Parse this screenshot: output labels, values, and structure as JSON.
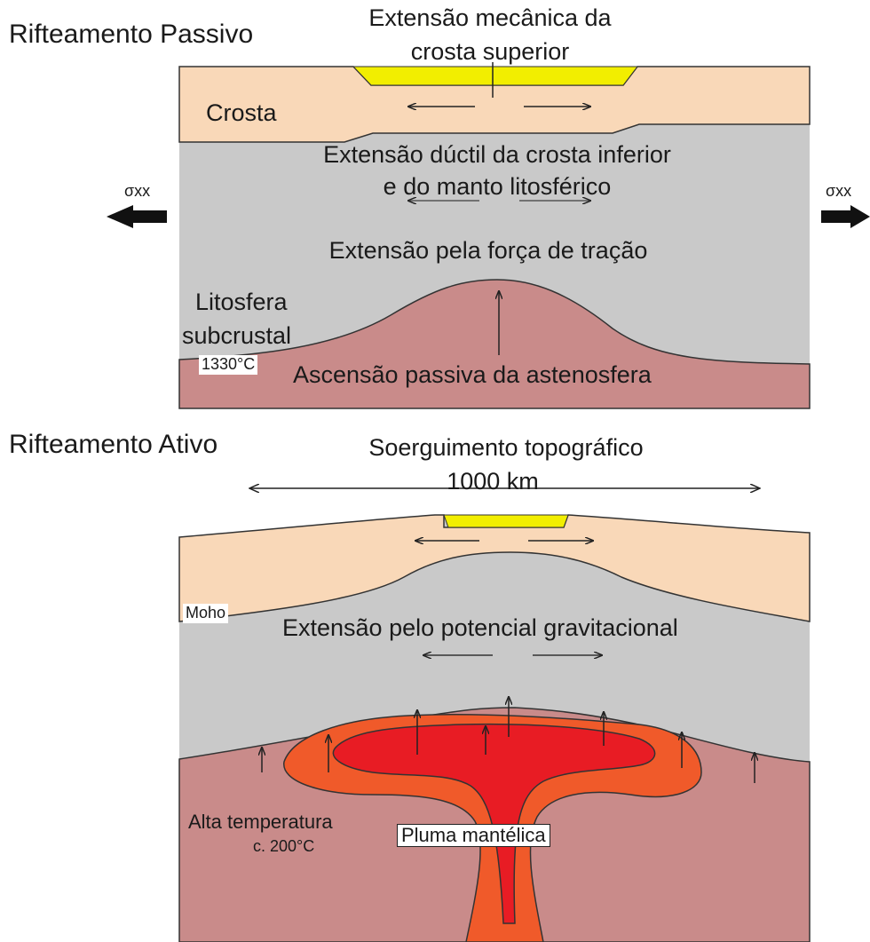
{
  "passive": {
    "title": "Rifteamento Passivo",
    "mech_ext_line1": "Extensão mecânica da",
    "mech_ext_line2": "crosta superior",
    "crust_label": "Crosta",
    "ductile_line1": "Extensão dúctil da crosta inferior",
    "ductile_line2": "e do manto litosférico",
    "stress_label_left": "σxx",
    "stress_label_right": "σxx",
    "traction": "Extensão pela força de tração",
    "lith_line1": "Litosfera",
    "lith_line2": "subcrustal",
    "temp": "1330°C",
    "asthen": "Ascensão passiva da astenosfera"
  },
  "active": {
    "title": "Rifteamento Ativo",
    "uplift": "Soerguimento topográfico",
    "distance": "1000 km",
    "moho": "Moho",
    "gravit": "Extensão pelo potencial gravitacional",
    "hightemp": "Alta temperatura",
    "temp": "c. 200°C",
    "plume": "Pluma mantélica"
  },
  "colors": {
    "crust": "#f9d8b8",
    "lithosphere": "#c9c9c9",
    "asthenosphere": "#c98b8a",
    "basin_fill": "#f2ee00",
    "plume_outer": "#f05a2a",
    "plume_inner": "#e81c24"
  }
}
